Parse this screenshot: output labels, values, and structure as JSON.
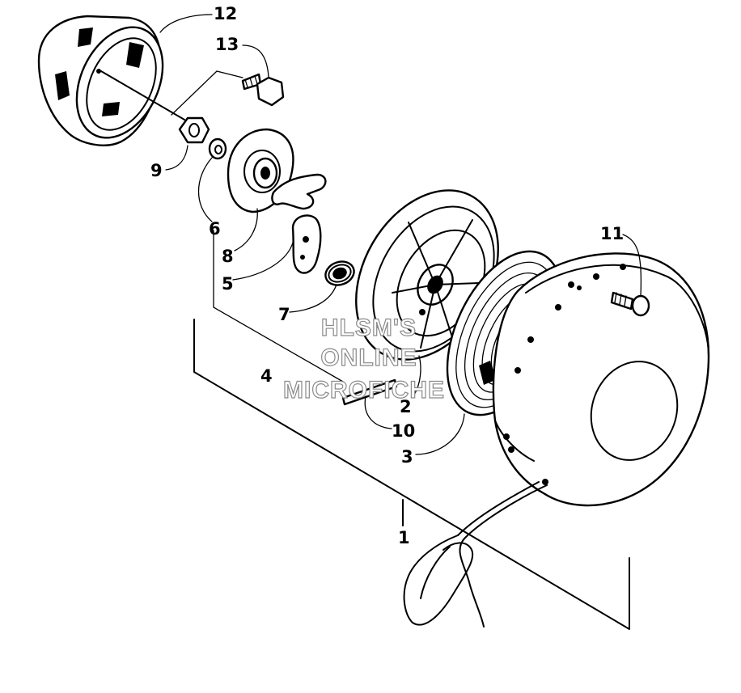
{
  "callouts": [
    {
      "id": "12",
      "label": "12"
    },
    {
      "id": "13",
      "label": "13"
    },
    {
      "id": "9",
      "label": "9"
    },
    {
      "id": "6",
      "label": "6"
    },
    {
      "id": "8",
      "label": "8"
    },
    {
      "id": "5",
      "label": "5"
    },
    {
      "id": "7",
      "label": "7"
    },
    {
      "id": "4",
      "label": "4"
    },
    {
      "id": "11",
      "label": "11"
    },
    {
      "id": "2",
      "label": "2"
    },
    {
      "id": "10",
      "label": "10"
    },
    {
      "id": "3",
      "label": "3"
    },
    {
      "id": "1",
      "label": "1"
    }
  ],
  "watermark": {
    "line1": "HLSM'S",
    "line2": "ONLINE",
    "line3": "MICROFICHE"
  }
}
